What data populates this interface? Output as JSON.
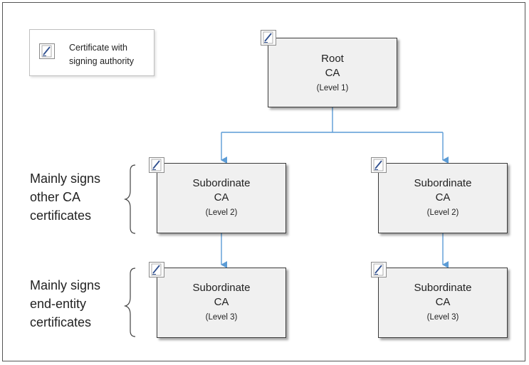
{
  "legend": {
    "icon": "pen-on-paper-icon",
    "text": "Certificate with signing authority"
  },
  "root": {
    "line1": "Root",
    "line2": "CA",
    "level": "(Level 1)"
  },
  "level2_left": {
    "line1": "Subordinate",
    "line2": "CA",
    "level": "(Level 2)"
  },
  "level2_right": {
    "line1": "Subordinate",
    "line2": "CA",
    "level": "(Level 2)"
  },
  "level3_left": {
    "line1": "Subordinate",
    "line2": "CA",
    "level": "(Level 3)"
  },
  "level3_right": {
    "line1": "Subordinate",
    "line2": "CA",
    "level": "(Level 3)"
  },
  "side_labels": {
    "upper": [
      "Mainly signs",
      "other CA",
      "certificates"
    ],
    "lower": [
      "Mainly signs",
      "end-entity",
      "certificates"
    ]
  },
  "colors": {
    "connector": "#5b9bd5",
    "box_fill": "#f0f0f0",
    "box_border": "#3a3a3a",
    "icon_ink": "#2f4f8f"
  }
}
